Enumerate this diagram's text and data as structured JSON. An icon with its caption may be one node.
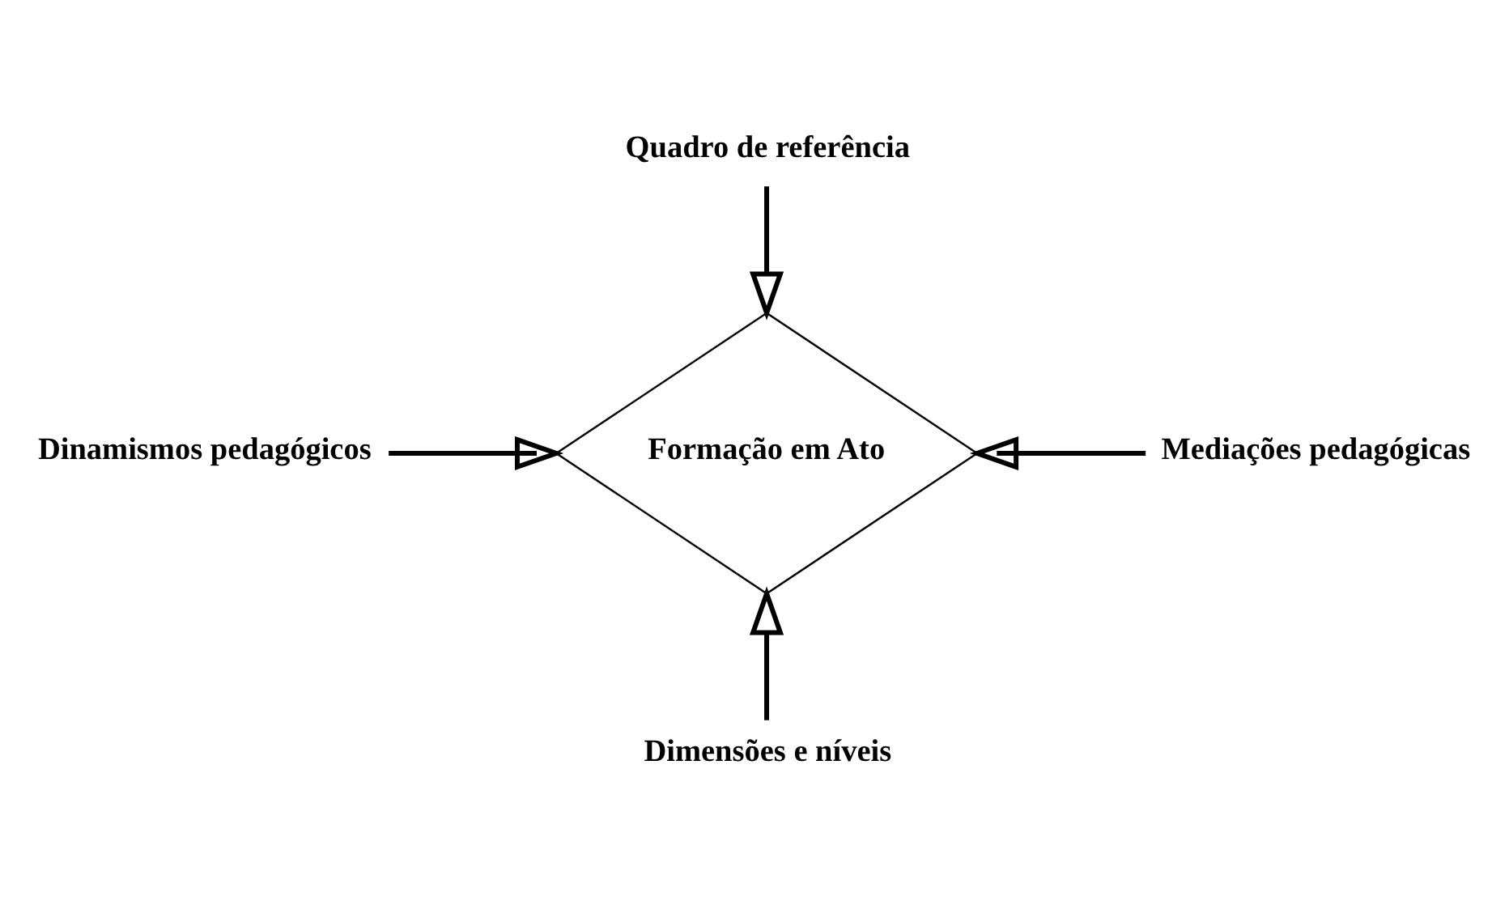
{
  "diagram": {
    "nodes": [
      {
        "text": [
          "Quadro de referência"
        ]
      },
      {
        "text": [
          "Dinamismos pedagógicos"
        ]
      },
      {
        "text": [
          "Formação em Ato"
        ]
      },
      {
        "text": [
          "Mediações pedagógicas"
        ]
      },
      {
        "text": [
          "Dimensões e níveis"
        ]
      }
    ],
    "edges": [
      {
        "from": 0,
        "to": 2,
        "arrow": "to"
      },
      {
        "from": 1,
        "to": 2,
        "arrow": "to"
      },
      {
        "from": 3,
        "to": 2,
        "arrow": "to"
      },
      {
        "from": 4,
        "to": 2,
        "arrow": "to"
      }
    ]
  }
}
